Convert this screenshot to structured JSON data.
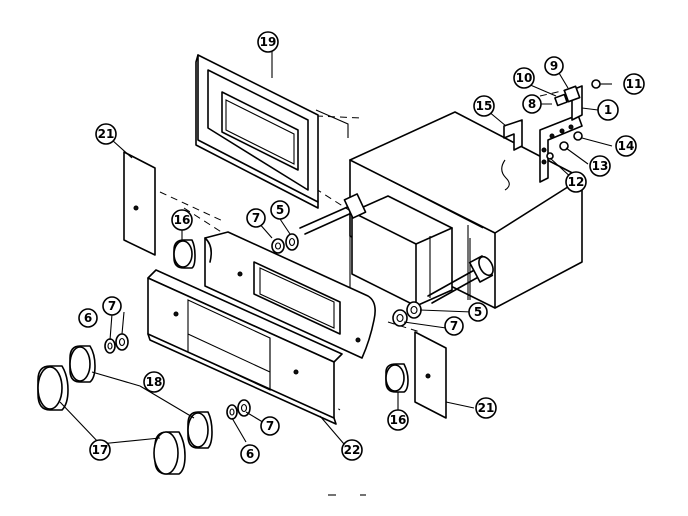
{
  "diagram": {
    "callouts": [
      {
        "id": "c19",
        "label": "19"
      },
      {
        "id": "c21a",
        "label": "21"
      },
      {
        "id": "c21b",
        "label": "21"
      },
      {
        "id": "c16a",
        "label": "16"
      },
      {
        "id": "c16b",
        "label": "16"
      },
      {
        "id": "c7a",
        "label": "7"
      },
      {
        "id": "c7b",
        "label": "7"
      },
      {
        "id": "c7c",
        "label": "7"
      },
      {
        "id": "c7d",
        "label": "7"
      },
      {
        "id": "c5a",
        "label": "5"
      },
      {
        "id": "c5b",
        "label": "5"
      },
      {
        "id": "c6a",
        "label": "6"
      },
      {
        "id": "c6b",
        "label": "6"
      },
      {
        "id": "c15",
        "label": "15"
      },
      {
        "id": "c10",
        "label": "10"
      },
      {
        "id": "c9",
        "label": "9"
      },
      {
        "id": "c8",
        "label": "8"
      },
      {
        "id": "c11",
        "label": "11"
      },
      {
        "id": "c1",
        "label": "1"
      },
      {
        "id": "c14",
        "label": "14"
      },
      {
        "id": "c13",
        "label": "13"
      },
      {
        "id": "c12",
        "label": "12"
      },
      {
        "id": "c18",
        "label": "18"
      },
      {
        "id": "c17",
        "label": "17"
      },
      {
        "id": "c22",
        "label": "22"
      }
    ]
  }
}
